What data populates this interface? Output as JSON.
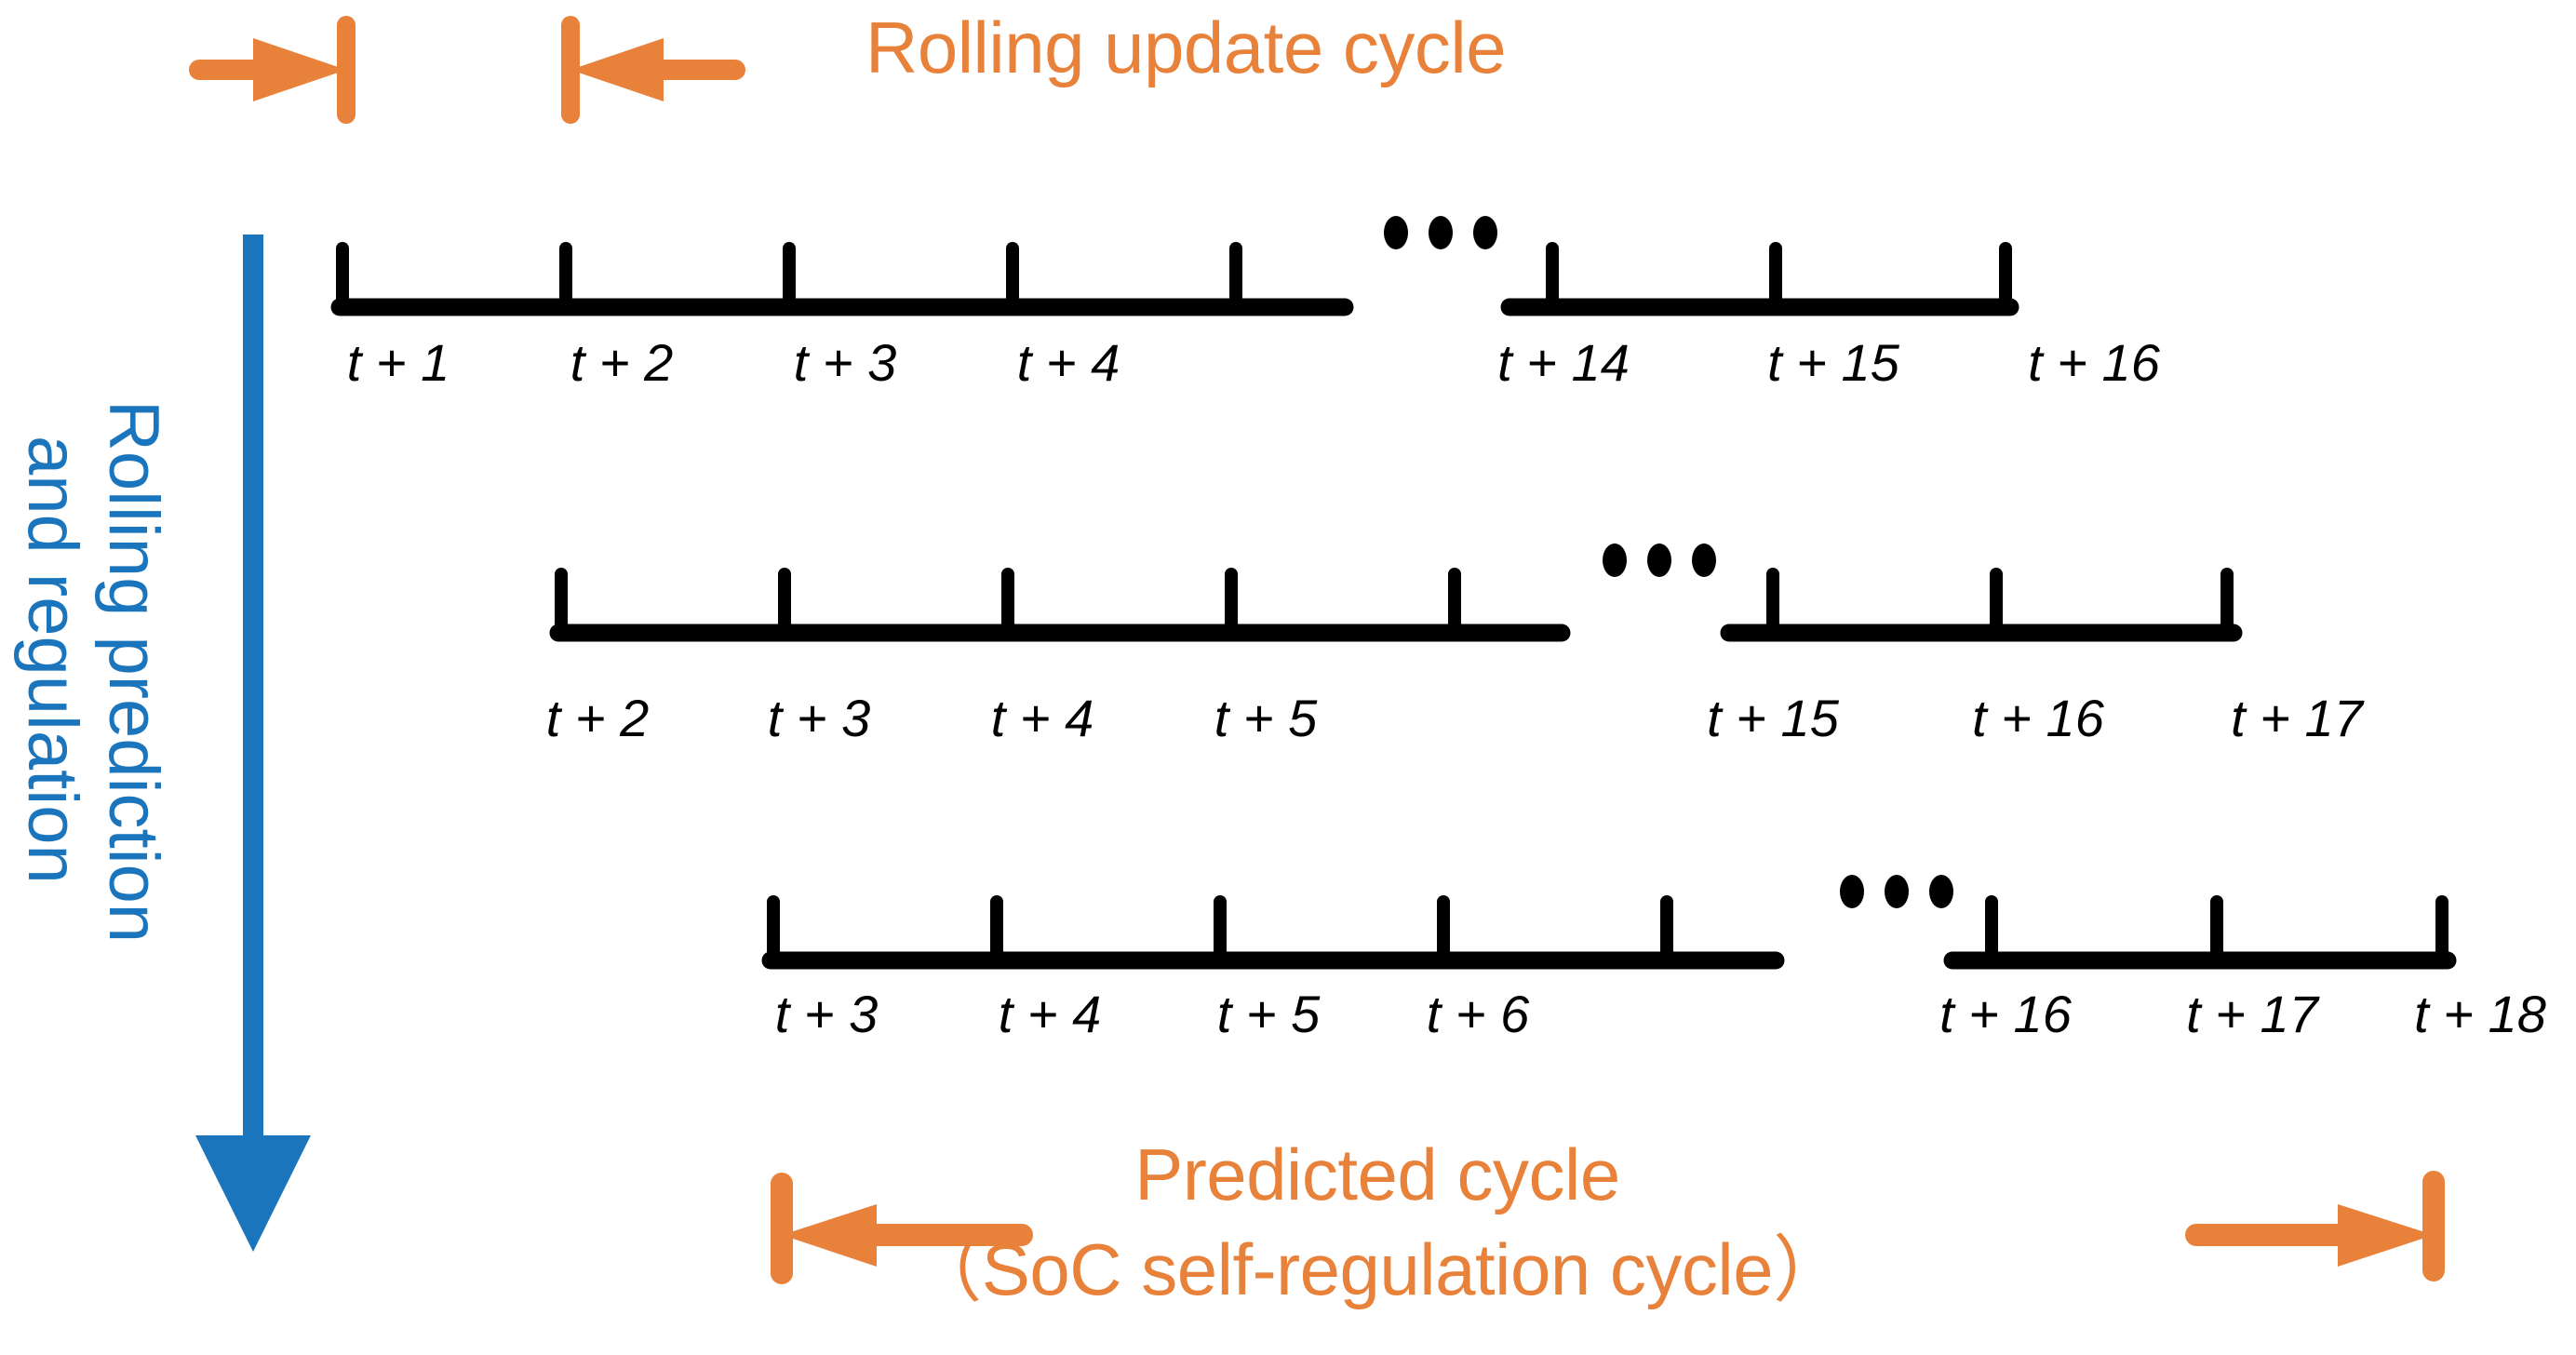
{
  "colors": {
    "orange": "#E8813A",
    "blue": "#1B75BC",
    "black": "#000000",
    "background": "#FFFFFF"
  },
  "annotations": {
    "top_cycle_label": "Rolling update cycle",
    "vertical_label_line1": "Rolling prediction",
    "vertical_label_line2": "and regulation",
    "predicted_cycle_label": "Predicted cycle",
    "soc_cycle_label": "（SoC self-regulation cycle）",
    "ellipsis": "•••"
  },
  "chart_data": {
    "type": "diagram",
    "title": "Rolling prediction and regulation timeline",
    "description": "Three stacked rolling-horizon timelines, each shifted one step later, each showing a 16-step predicted cycle with an elided middle section.",
    "rows": [
      {
        "row_index": 1,
        "left_labels": [
          "t + 1",
          "t + 2",
          "t + 3",
          "t + 4"
        ],
        "right_labels": [
          "t + 14",
          "t + 15",
          "t + 16"
        ],
        "left_ticks": 5,
        "right_ticks": 3,
        "has_ellipsis": true
      },
      {
        "row_index": 2,
        "left_labels": [
          "t + 2",
          "t + 3",
          "t + 4",
          "t + 5"
        ],
        "right_labels": [
          "t + 15",
          "t + 16",
          "t + 17"
        ],
        "left_ticks": 5,
        "right_ticks": 3,
        "has_ellipsis": true
      },
      {
        "row_index": 3,
        "left_labels": [
          "t + 3",
          "t + 4",
          "t + 5",
          "t + 6"
        ],
        "right_labels": [
          "t + 16",
          "t + 17",
          "t + 18"
        ],
        "left_ticks": 5,
        "right_ticks": 3,
        "has_ellipsis": true
      }
    ]
  },
  "labels": {
    "row1_left": [
      "t + 1",
      "t + 2",
      "t + 3",
      "t + 4"
    ],
    "row1_right": [
      "t + 14",
      "t + 15",
      "t + 16"
    ],
    "row2_left": [
      "t + 2",
      "t + 3",
      "t + 4",
      "t + 5"
    ],
    "row2_right": [
      "t + 15",
      "t + 16",
      "t + 17"
    ],
    "row3_left": [
      "t + 3",
      "t + 4",
      "t + 5",
      "t + 6"
    ],
    "row3_right": [
      "t + 16",
      "t + 17",
      "t + 18"
    ]
  }
}
